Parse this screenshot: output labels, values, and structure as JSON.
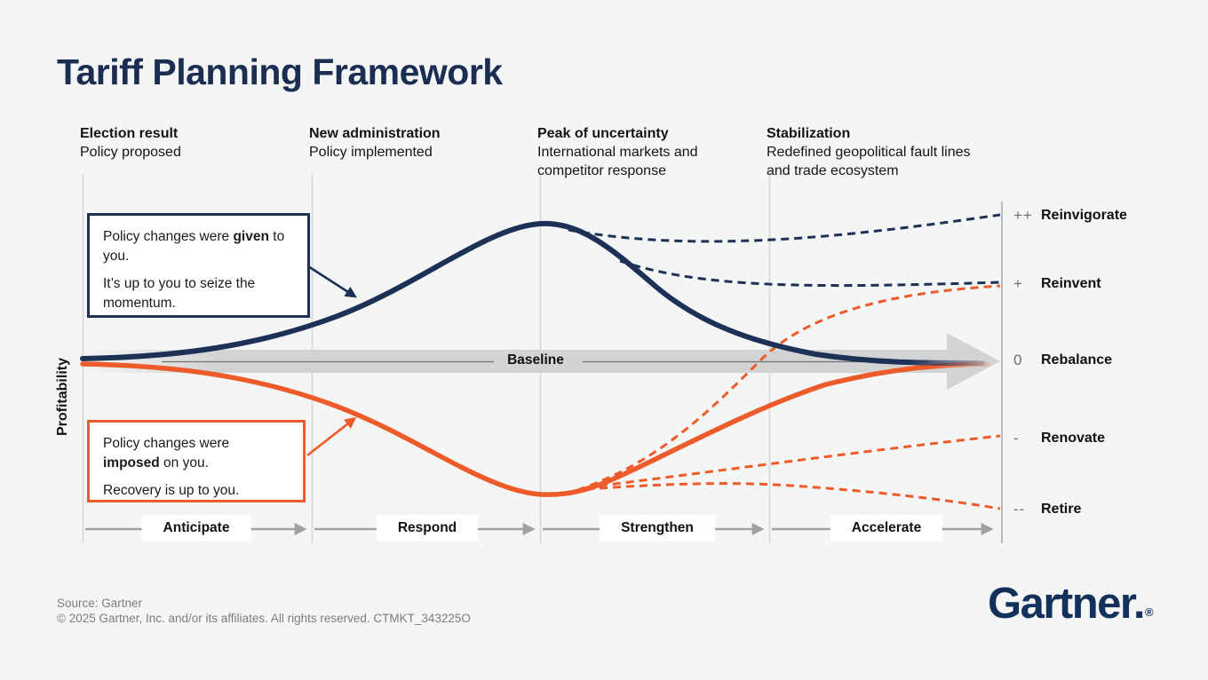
{
  "title": "Tariff Planning Framework",
  "y_axis_label": "Profitability",
  "baseline_label": "Baseline",
  "colors": {
    "navy": "#1d3056",
    "orange": "#ee5b2a",
    "band_gray": "#d2d3d3",
    "grid_gray": "#d6d7d7",
    "arrow_gray": "#a0a2a2",
    "footer_gray": "#7b7d7f",
    "background": "#f4f5f5"
  },
  "phases": [
    {
      "title": "Election result",
      "subtitle": "Policy proposed",
      "action": "Anticipate"
    },
    {
      "title": "New administration",
      "subtitle": "Policy implemented",
      "action": "Respond"
    },
    {
      "title": "Peak of uncertainty",
      "subtitle": "International markets and competitor response",
      "action": "Strengthen"
    },
    {
      "title": "Stabilization",
      "subtitle": "Redefined geopolitical fault lines and trade ecosystem",
      "action": "Accelerate"
    }
  ],
  "callouts": {
    "given": {
      "pre": "Policy changes were ",
      "bold": "given",
      "post": " to you.",
      "line2": "It’s up to you to seize the momentum."
    },
    "imposed": {
      "pre": "Policy changes were ",
      "bold": "imposed",
      "post": " on you.",
      "line2": "Recovery is up to you."
    }
  },
  "outcomes": [
    {
      "symbol": "++",
      "label": "Reinvigorate"
    },
    {
      "symbol": "+",
      "label": "Reinvent"
    },
    {
      "symbol": "0",
      "label": "Rebalance"
    },
    {
      "symbol": "-",
      "label": "Renovate"
    },
    {
      "symbol": "--",
      "label": "Retire"
    }
  ],
  "footer": {
    "source": "Source: Gartner",
    "copyright": "© 2025 Gartner, Inc. and/or its affiliates. All rights reserved. CTMKT_343225O"
  },
  "logo": {
    "text": "Gartner",
    "period": ".",
    "reg": "®"
  },
  "chart_data": {
    "type": "line",
    "title": "Tariff Planning Framework",
    "ylabel": "Profitability",
    "x_phases": [
      "Election result",
      "New administration",
      "Peak of uncertainty",
      "Stabilization"
    ],
    "baseline": 0,
    "grid": "vertical phase dividers",
    "legend_position": "callouts on plot",
    "series": [
      {
        "name": "Policy changes were given to you",
        "style": "solid",
        "color": "#1d3056",
        "x": [
          "start",
          "New administration",
          "Peak of uncertainty",
          "Stabilization",
          "end"
        ],
        "values": [
          0,
          0.25,
          1.0,
          0.3,
          0
        ]
      },
      {
        "name": "Policy changes were imposed on you",
        "style": "solid",
        "color": "#ee5b2a",
        "x": [
          "start",
          "New administration",
          "Peak of uncertainty",
          "Stabilization",
          "end"
        ],
        "values": [
          0,
          -0.33,
          -0.96,
          -0.32,
          0
        ]
      },
      {
        "name": "Given scenario: Reinvigorate",
        "style": "dashed",
        "color": "#1d3056",
        "branch_from": "given curve after peak",
        "end_value": 1.06
      },
      {
        "name": "Given scenario: Reinvent",
        "style": "dashed",
        "color": "#1d3056",
        "branch_from": "given curve after peak",
        "end_value": 0.57
      },
      {
        "name": "Imposed scenario: Reinvent",
        "style": "dashed",
        "color": "#ee5b2a",
        "branch_from": "imposed curve after trough",
        "end_value": 0.55
      },
      {
        "name": "Imposed scenario: Renovate",
        "style": "dashed",
        "color": "#ee5b2a",
        "branch_from": "imposed curve after trough",
        "end_value": -0.55
      },
      {
        "name": "Imposed scenario: Retire",
        "style": "dashed",
        "color": "#ee5b2a",
        "branch_from": "imposed curve after trough",
        "end_value": -1.08
      }
    ],
    "right_axis_levels": [
      {
        "symbol": "++",
        "label": "Reinvigorate",
        "value": 1.06
      },
      {
        "symbol": "+",
        "label": "Reinvent",
        "value": 0.57
      },
      {
        "symbol": "0",
        "label": "Rebalance",
        "value": 0
      },
      {
        "symbol": "-",
        "label": "Renovate",
        "value": -0.55
      },
      {
        "symbol": "--",
        "label": "Retire",
        "value": -1.08
      }
    ]
  }
}
